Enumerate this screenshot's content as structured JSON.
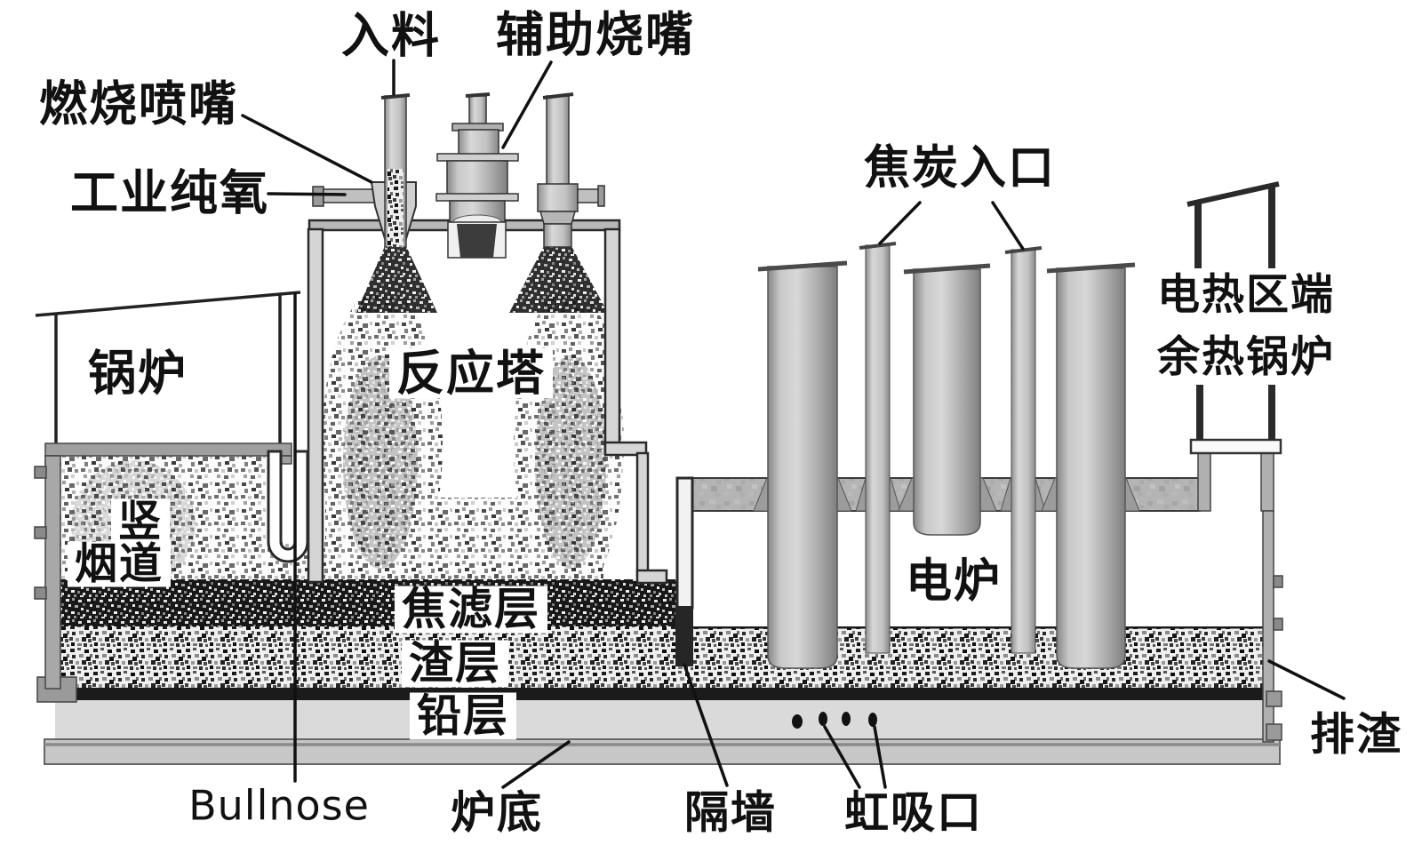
{
  "diagram": {
    "type": "furnace-cross-section",
    "labels": {
      "feed_inlet": "入料",
      "auxiliary_burner": "辅助烧嘴",
      "combustion_nozzle": "燃烧喷嘴",
      "industrial_oxygen": "工业纯氧",
      "coke_inlet": "焦炭入口",
      "waste_heat_boiler_line1": "电热区端",
      "waste_heat_boiler_line2": "余热锅炉",
      "boiler": "锅炉",
      "reaction_tower": "反应塔",
      "vertical_flue_char1": "竖",
      "vertical_flue_word2": "烟道",
      "electric_furnace": "电炉",
      "coke_filter_layer": "焦滤层",
      "slag_layer": "渣层",
      "lead_layer": "铅层",
      "bullnose": "Bullnose",
      "furnace_bottom": "炉底",
      "partition_wall": "隔墙",
      "siphon_port": "虹吸口",
      "slag_discharge": "排渣"
    },
    "palette": {
      "ink": "#111111",
      "paper": "#ffffff",
      "metal_light": "#d6d6d6",
      "metal_mid": "#b4b4b4",
      "metal_dark": "#8a8a8a",
      "lead_layer_fill": "#dadada",
      "bottom_slab_fill": "#c7c7c7",
      "separator_fill": "#1b1b1b"
    }
  }
}
